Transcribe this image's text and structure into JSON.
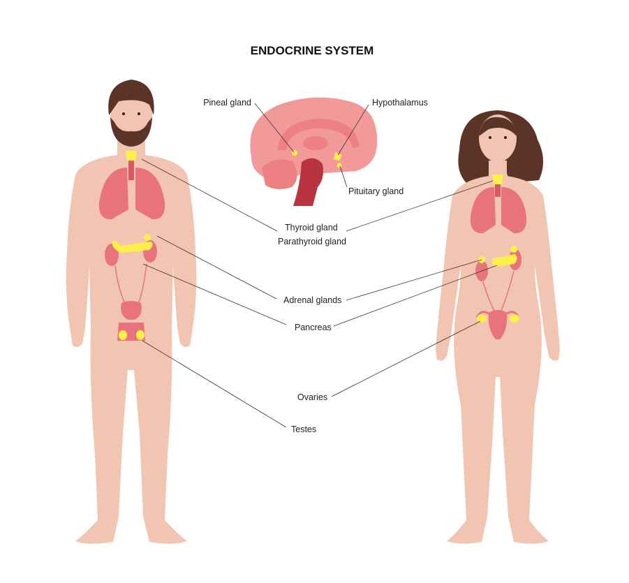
{
  "title": "ENDOCRINE SYSTEM",
  "labels": {
    "pineal": "Pineal gland",
    "hypothalamus": "Hypothalamus",
    "pituitary": "Pituitary gland",
    "thyroid": "Thyroid gland",
    "parathyroid": "Parathyroid gland",
    "adrenal": "Adrenal glands",
    "pancreas": "Pancreas",
    "ovaries": "Ovaries",
    "testes": "Testes"
  },
  "colors": {
    "skin": "#f2c5b2",
    "organ": "#e8737a",
    "gland": "#fdf04a",
    "hair": "#5a3426"
  }
}
